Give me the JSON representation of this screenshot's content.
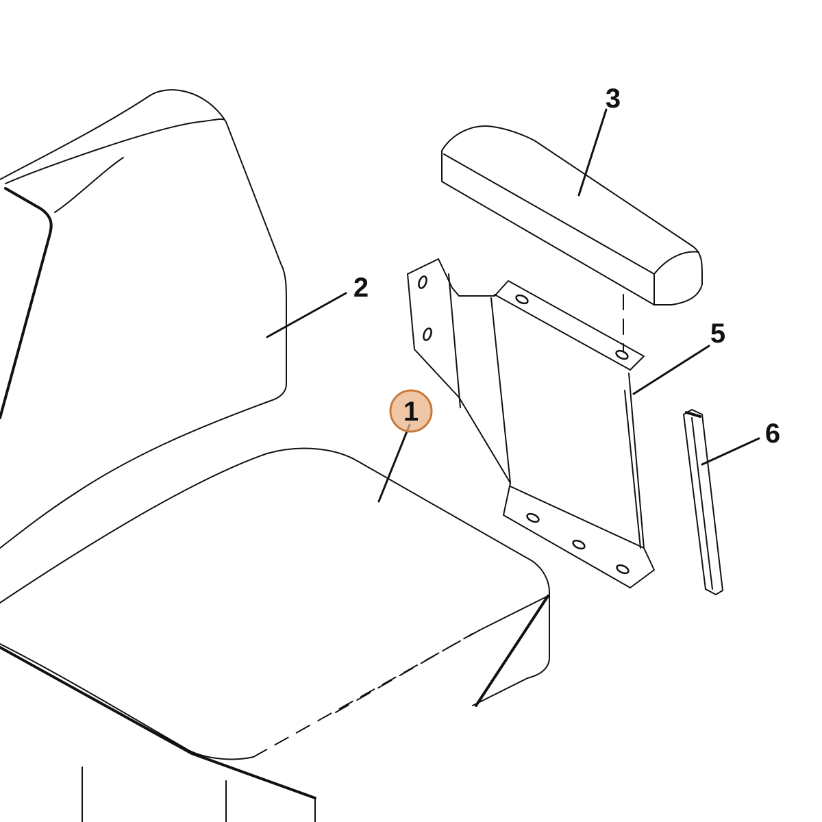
{
  "diagram": {
    "callouts": [
      {
        "id": "seat-cushion",
        "label": "1",
        "highlighted": true
      },
      {
        "id": "backrest",
        "label": "2",
        "highlighted": false
      },
      {
        "id": "armrest-pad",
        "label": "3",
        "highlighted": false
      },
      {
        "id": "armrest-bracket",
        "label": "5",
        "highlighted": false
      },
      {
        "id": "trim-strip",
        "label": "6",
        "highlighted": false
      }
    ],
    "colors": {
      "line": "#111111",
      "highlight_fill": "#e9b48a",
      "highlight_stroke": "#c8793a",
      "background": "#ffffff"
    }
  }
}
